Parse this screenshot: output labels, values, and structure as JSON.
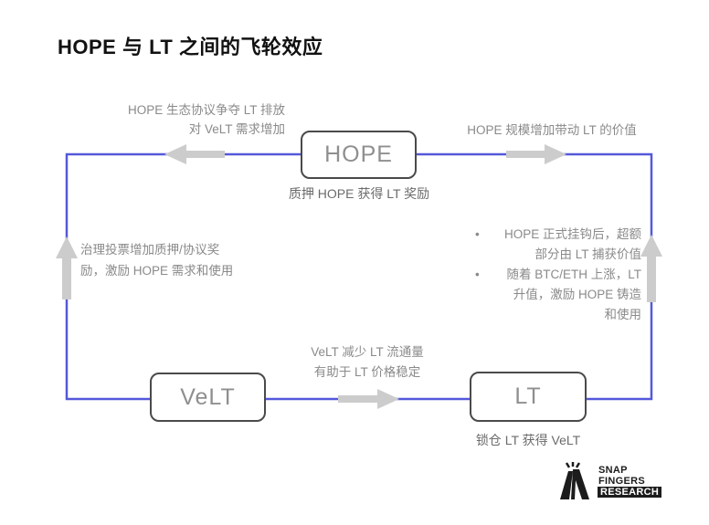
{
  "title": "HOPE 与 LT 之间的飞轮效应",
  "colors": {
    "title": "#111111",
    "line": "#5558d9",
    "arrow": "#cccccc",
    "box_border": "#4a4a4a",
    "box_text": "#8f8f8f",
    "caption": "#6b6b6b",
    "annotation": "#8a8a8a",
    "logo": "#1c1c1c"
  },
  "nodes": {
    "hope": {
      "label": "HOPE",
      "caption": "质押 HOPE 获得 LT 奖励"
    },
    "velt": {
      "label": "VeLT"
    },
    "lt": {
      "label": "LT",
      "caption": "锁仓 LT 获得 VeLT"
    }
  },
  "annotations": {
    "top_left": "HOPE 生态协议争夺 LT 排放\n对 VeLT 需求增加",
    "top_right": "HOPE 规模增加带动 LT 的价值",
    "left": "治理投票增加质押/协议奖\n励，激励 HOPE 需求和使用",
    "bottom_center": "VeLT 减少 LT 流通量\n有助于 LT 价格稳定",
    "bullet_char": "•",
    "right_bullets": [
      "HOPE 正式挂钩后，超额\n部分由 LT 捕获价值",
      "随着 BTC/ETH 上涨，LT\n升值，激励 HOPE 铸造\n和使用"
    ]
  },
  "logo": {
    "line1": "SNAP",
    "line2": "FINGERS",
    "line3": "RESEARCH"
  }
}
